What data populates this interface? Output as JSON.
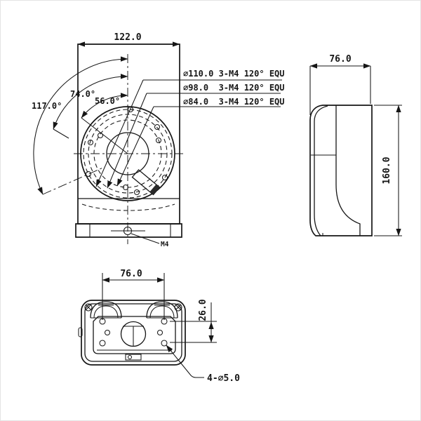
{
  "colors": {
    "line": "#161616",
    "background": "#ffffff"
  },
  "front": {
    "width_dim": "122.0",
    "angle_outer": "117.0°",
    "angle_mid": "74.0°",
    "angle_inner": "56.0°",
    "callout_110": "∅110.0 3-M4 120° EQU",
    "callout_98": "∅98.0  3-M4 120° EQU",
    "callout_84": "∅84.0  3-M4 120° EQU",
    "thread_label": "M4"
  },
  "side": {
    "width_dim": "76.0",
    "height_dim": "160.0"
  },
  "bottom": {
    "width_dim": "76.0",
    "spacing_dim": "26.0",
    "hole_callout": "4-∅5.0"
  }
}
